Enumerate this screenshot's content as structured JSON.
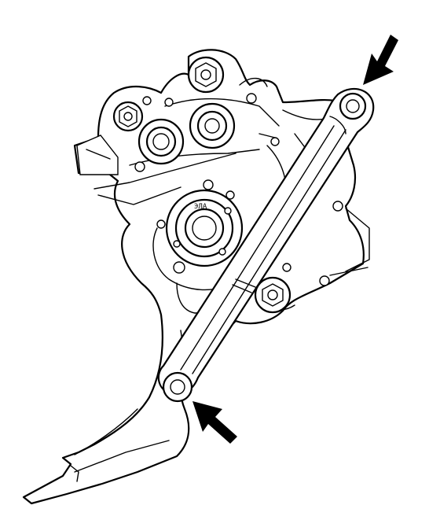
{
  "diagram": {
    "hub_stamp": "ЭЛА",
    "colors": {
      "line": "#000000",
      "background": "#ffffff"
    },
    "arrows": [
      {
        "name": "upper-pivot-arrow",
        "points_to": "upper-pivot-bushing"
      },
      {
        "name": "lower-pivot-arrow",
        "points_to": "lower-pivot-bushing"
      }
    ]
  }
}
